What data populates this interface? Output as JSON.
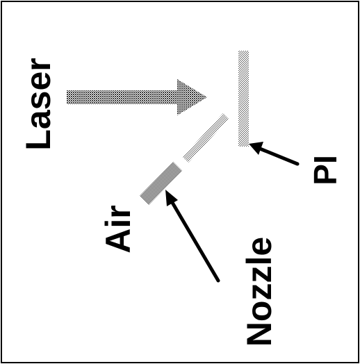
{
  "figure": {
    "labels": {
      "laser": "Laser",
      "air": "Air",
      "nozzle": "Nozzle",
      "pi": "PI"
    },
    "colors": {
      "frame": "#000000",
      "text": "#000000",
      "pattern_dark": "#3a3a3a",
      "pattern_light": "#9a9a9a",
      "background": "#ffffff"
    }
  }
}
